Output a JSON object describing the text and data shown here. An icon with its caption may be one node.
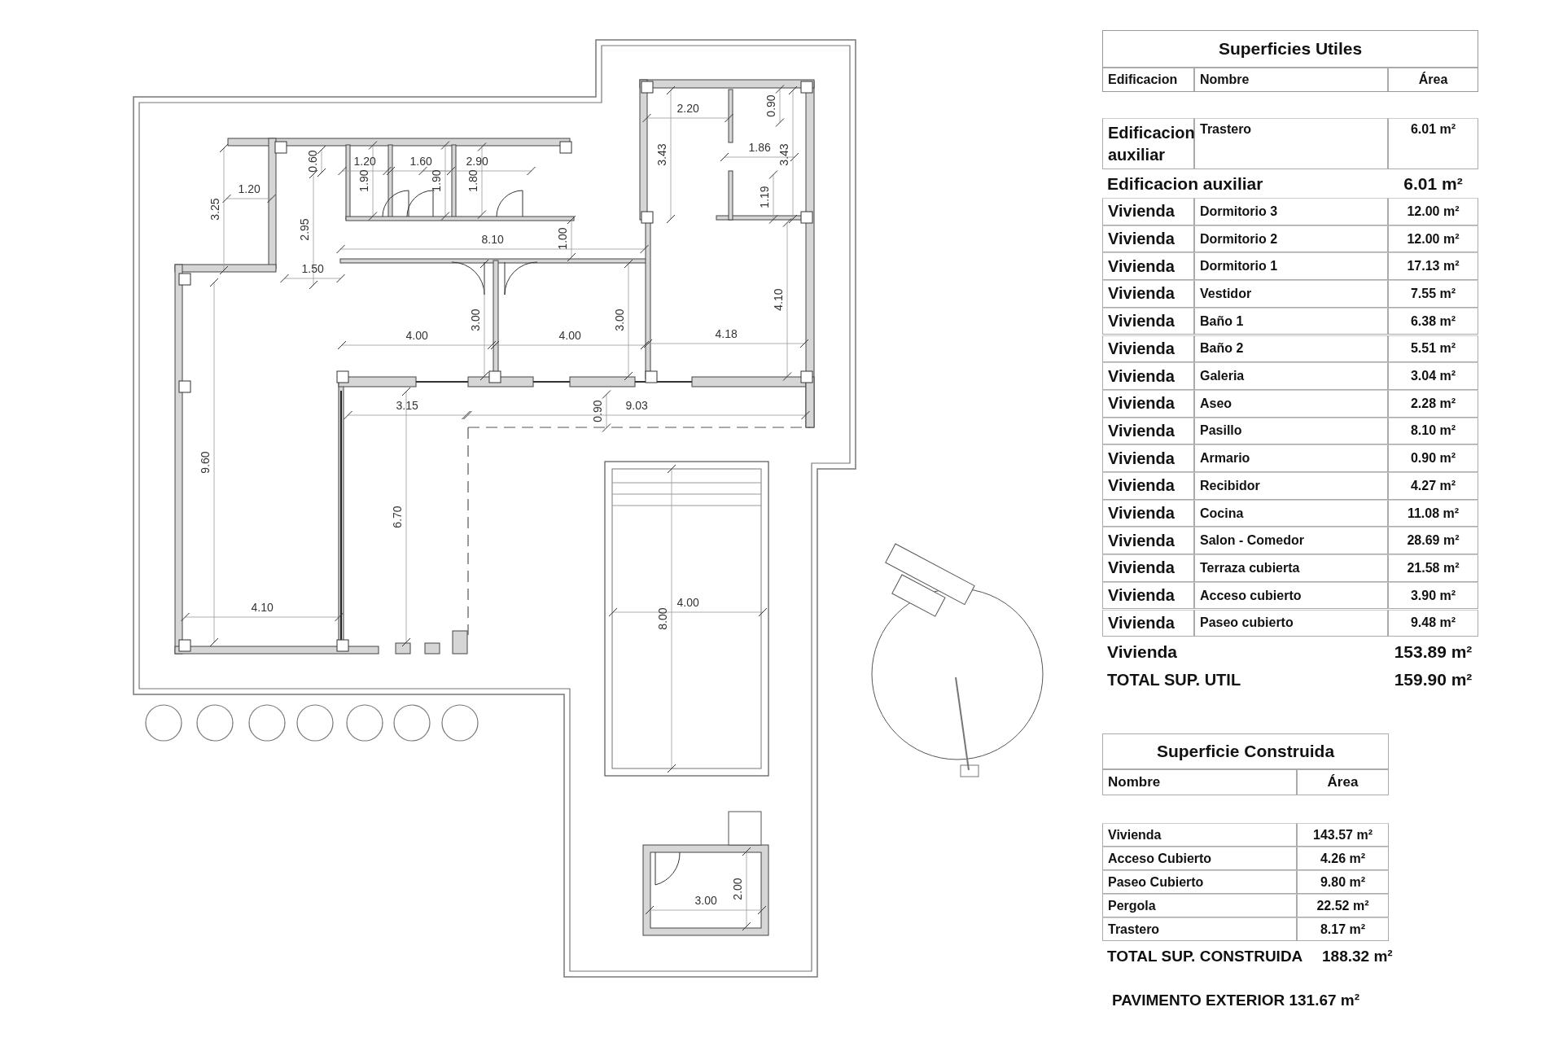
{
  "diagram": {
    "labels": [
      "2.20",
      "0.90",
      "0.60",
      "1.20",
      "1.60",
      "2.90",
      "3.43",
      "1.86",
      "3.43",
      "3.25",
      "1.20",
      "1.90",
      "1.90",
      "1.80",
      "1.19",
      "2.95",
      "8.10",
      "1.00",
      "1.50",
      "4.00",
      "3.00",
      "4.00",
      "3.00",
      "4.18",
      "4.10",
      "3.15",
      "0.90",
      "9.03",
      "9.60",
      "6.70",
      "4.10",
      "8.00",
      "4.00",
      "3.00",
      "2.00",
      "Superficies Utiles",
      "Edificacion",
      "Nombre",
      "Área",
      "Edificacion auxiliar",
      "Trastero",
      "6.01 m²",
      "Edificacion auxiliar",
      "6.01 m²",
      "Vivienda",
      "Dormitorio 3",
      "12.00 m²",
      "Vivienda",
      "Dormitorio 2",
      "12.00 m²",
      "Vivienda",
      "Dormitorio 1",
      "17.13 m²",
      "Vivienda",
      "Vestidor",
      "7.55 m²",
      "Vivienda",
      "Baño 1",
      "6.38 m²",
      "Vivienda",
      "Baño 2",
      "5.51 m²",
      "Vivienda",
      "Galeria",
      "3.04 m²",
      "Vivienda",
      "Aseo",
      "2.28 m²",
      "Vivienda",
      "Pasillo",
      "8.10 m²",
      "Vivienda",
      "Armario",
      "0.90 m²",
      "Vivienda",
      "Recibidor",
      "4.27 m²",
      "Vivienda",
      "Cocina",
      "11.08 m²",
      "Vivienda",
      "Salon - Comedor",
      "28.69 m²",
      "Vivienda",
      "Terraza cubierta",
      "21.58 m²",
      "Vivienda",
      "Acceso cubierto",
      "3.90 m²",
      "Vivienda",
      "Paseo cubierto",
      "9.48 m²",
      "Vivienda",
      "153.89 m²",
      "TOTAL SUP. UTIL",
      "159.90 m²",
      "Superficie Construida",
      "Nombre",
      "Área",
      "Vivienda",
      "143.57 m²",
      "Acceso Cubierto",
      "4.26 m²",
      "Paseo Cubierto",
      "9.80 m²",
      "Pergola",
      "22.52 m²",
      "Trastero",
      "8.17 m²",
      "TOTAL SUP. CONSTRUIDA",
      "188.32 m²",
      "PAVIMENTO EXTERIOR 131.67 m²"
    ]
  }
}
